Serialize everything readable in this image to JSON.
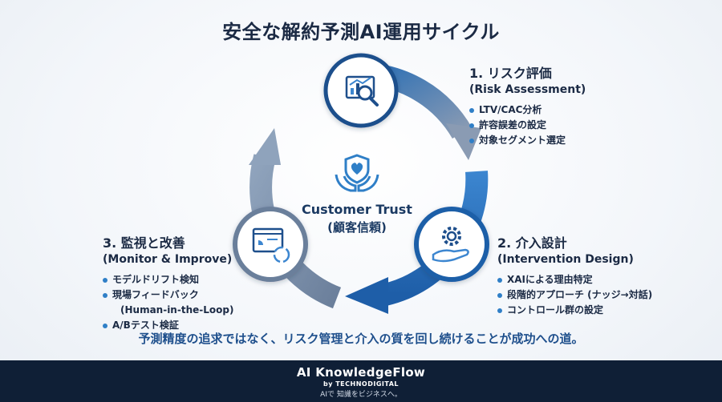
{
  "title": "安全な解約予測AI運用サイクル",
  "center": {
    "line1": "Customer Trust",
    "line2": "(顧客信頼)"
  },
  "steps": [
    {
      "title": "1. リスク評価",
      "subtitle": "(Risk Assessment)",
      "items": [
        "LTV/CAC分析",
        "許容誤差の設定",
        "対象セグメント選定"
      ]
    },
    {
      "title": "2. 介入設計",
      "subtitle": "(Intervention Design)",
      "items": [
        "XAIによる理由特定",
        "段階的アプローチ (ナッジ→対話)",
        "コントロール群の設定"
      ]
    },
    {
      "title": "3. 監視と改善",
      "subtitle": "(Monitor & Improve)",
      "items": [
        "モデルドリフト検知",
        "現場フィードバック",
        "(Human-in-the-Loop)",
        "A/Bテスト検証"
      ]
    }
  ],
  "tagline": "予測精度の追求ではなく、リスク管理と介入の質を回し続けることが成功への道。",
  "footer": {
    "brand": "AI KnowledgeFlow",
    "by": "by TECHNODIGITAL",
    "slogan": "AIで 知識をビジネスへ。"
  },
  "colors": {
    "dark_blue": "#1e5ea8",
    "mid_blue": "#3c86d0",
    "gray_blue": "#7f93ad",
    "footer_bg": "#0f1f36"
  },
  "icons": [
    "analytics-magnifier-icon",
    "gear-hand-icon",
    "monitor-cycle-icon",
    "shield-heart-hands-icon"
  ]
}
